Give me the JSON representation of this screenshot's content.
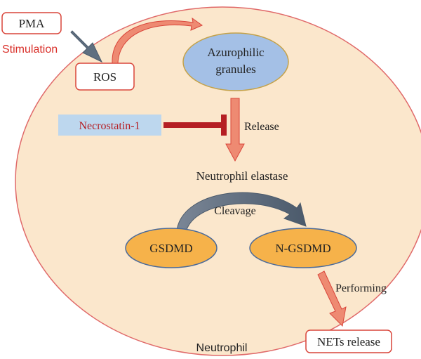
{
  "labels": {
    "pma": "PMA",
    "stimulation": "Stimulation",
    "ros": "ROS",
    "azurophilic_line1": "Azurophilic",
    "azurophilic_line2": "granules",
    "necrostatin": "Necrostatin-1",
    "release": "Release",
    "neutrophil_elastase": "Neutrophil elastase",
    "cleavage": "Cleavage",
    "gsdmd": "GSDMD",
    "n_gsdmd": "N-GSDMD",
    "performing": "Performing",
    "nets_release": "NETs release",
    "neutrophil": "Neutrophil"
  },
  "colors": {
    "cell_fill": "#fbe7cc",
    "cell_stroke": "#e06a6a",
    "granule_fill": "#a4c0e6",
    "granule_stroke": "#c4a24a",
    "protein_fill": "#f6b24a",
    "protein_stroke": "#4a6a9a",
    "box_stroke": "#d9453a",
    "red_text": "#d9302a",
    "inhibitor_bar": "#b51f24",
    "inhibitor_box": "#bdd7ee",
    "salmon_arrow": "#ee8a72",
    "gray_arrow": "#5f6f80"
  }
}
